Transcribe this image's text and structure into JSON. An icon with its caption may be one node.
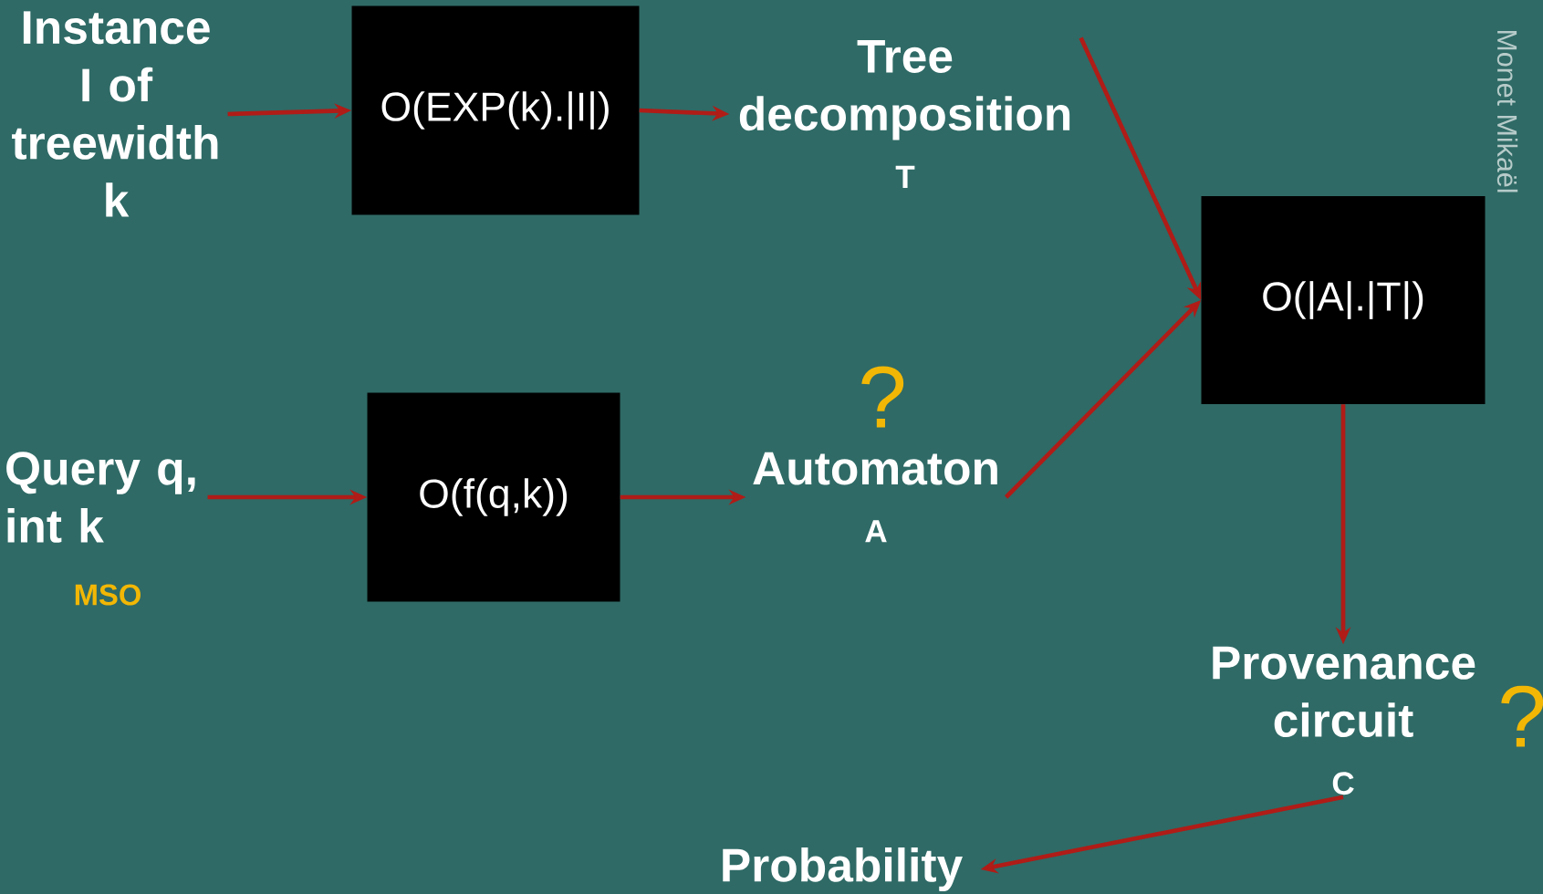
{
  "diagram": {
    "nodes": [
      {
        "text": [
          "Instance I of treewidth k"
        ]
      },
      {
        "text": [
          "O(EXP(k).|I|)"
        ]
      },
      {
        "text": [
          "Tree decomposition",
          "T"
        ]
      },
      {
        "text": [
          "Query q, int k"
        ],
        "beside": [
          "MSO"
        ]
      },
      {
        "text": [
          "O(f(q,k))"
        ]
      },
      {
        "text": [
          "Automaton",
          "A"
        ],
        "beside": [
          "?"
        ]
      },
      {
        "text": [
          "O(|A|.|T|)"
        ]
      },
      {
        "text": [
          "Provenance circuit",
          "C"
        ],
        "beside": [
          "?"
        ]
      },
      {
        "text": [
          "Probability"
        ]
      }
    ],
    "edges": [
      {
        "from": 0,
        "to": 1,
        "arrow": "to"
      },
      {
        "from": 1,
        "to": 2,
        "arrow": "to"
      },
      {
        "from": 3,
        "to": 4,
        "arrow": "to"
      },
      {
        "from": 4,
        "to": 5,
        "arrow": "to"
      },
      {
        "from": 2,
        "to": 6,
        "arrow": "to"
      },
      {
        "from": 5,
        "to": 6,
        "arrow": "to"
      },
      {
        "from": 6,
        "to": 7,
        "arrow": "to"
      },
      {
        "from": 7,
        "to": 8,
        "arrow": "to"
      }
    ],
    "labels": [
      "Monet Mikaël"
    ]
  }
}
